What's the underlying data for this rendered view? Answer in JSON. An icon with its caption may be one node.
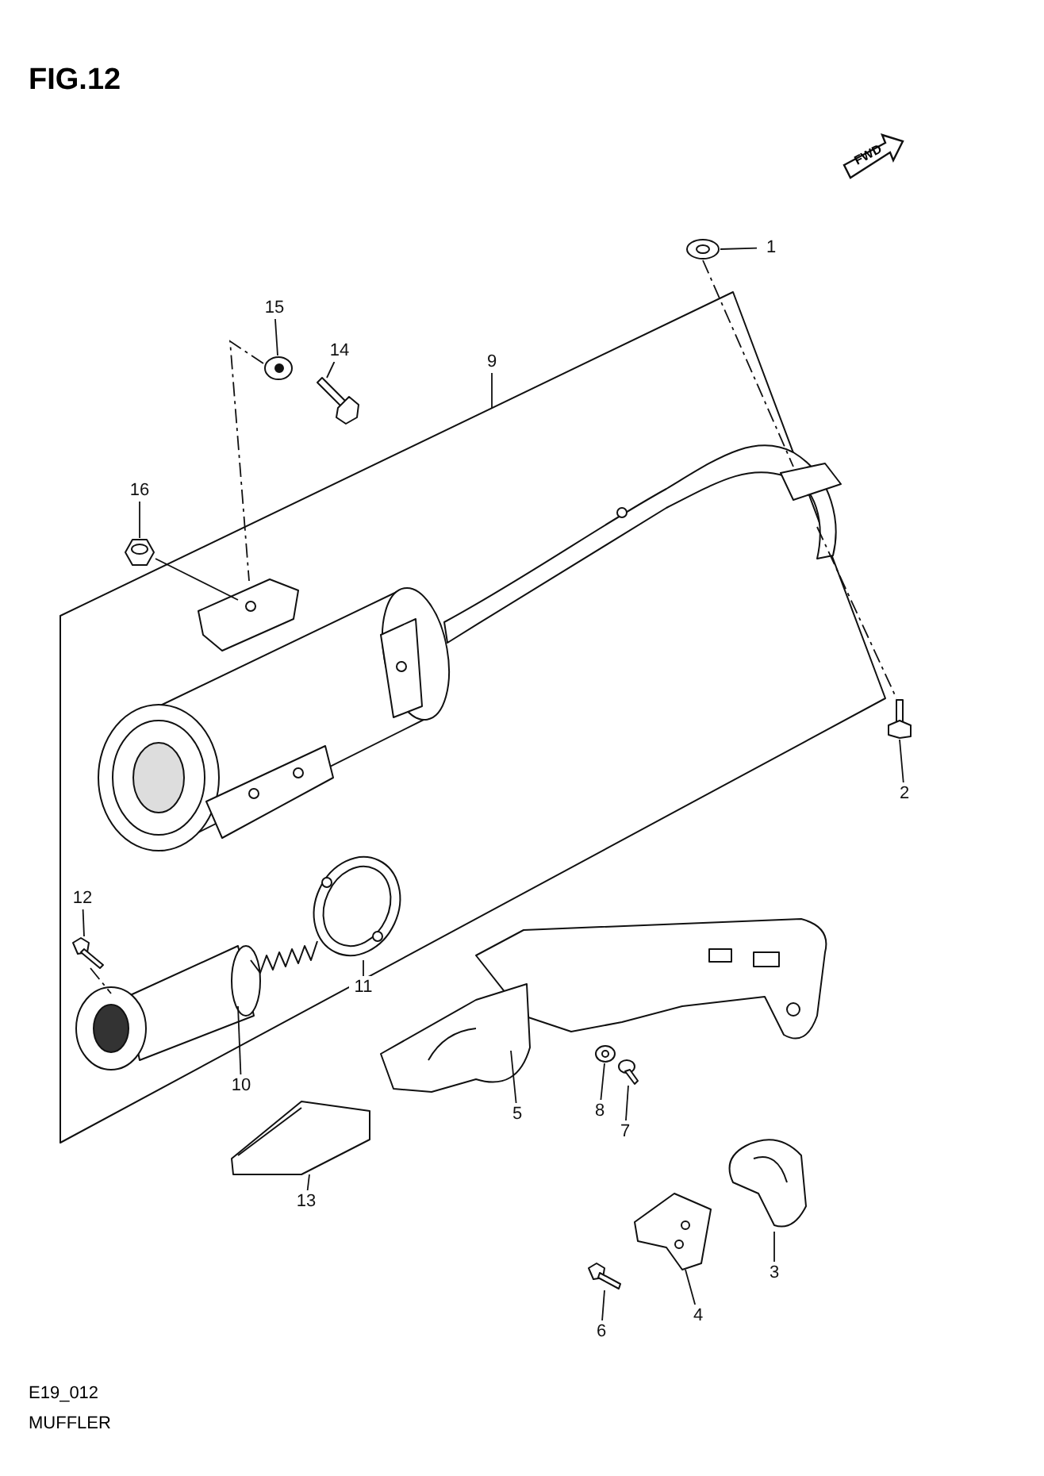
{
  "diagram": {
    "title": "FIG.12",
    "caption": "MUFFLER",
    "nodes": [
      {
        "text": [
          "1"
        ]
      },
      {
        "text": [],
        "shape": "picture"
      },
      {
        "text": [
          "15"
        ]
      },
      {
        "text": [],
        "shape": "picture"
      },
      {
        "text": [
          "14"
        ]
      },
      {
        "text": [],
        "shape": "picture"
      },
      {
        "text": [
          "9"
        ]
      },
      {
        "text": [],
        "shape": "picture"
      },
      {
        "text": [
          "16"
        ]
      },
      {
        "text": [],
        "shape": "picture"
      },
      {
        "text": [
          "2"
        ]
      },
      {
        "text": [],
        "shape": "picture"
      },
      {
        "text": [
          "12"
        ],
        "in": 7
      },
      {
        "text": [],
        "shape": "picture",
        "in": 7
      },
      {
        "text": [
          "11"
        ]
      },
      {
        "text": [],
        "shape": "picture",
        "in": 7
      },
      {
        "text": [
          "10"
        ],
        "in": 7
      },
      {
        "text": [],
        "shape": "picture",
        "in": 7
      },
      {
        "text": [
          "5"
        ]
      },
      {
        "text": [],
        "shape": "picture"
      },
      {
        "text": [
          "8"
        ]
      },
      {
        "text": [],
        "shape": "picture"
      },
      {
        "text": [
          "7"
        ]
      },
      {
        "text": [],
        "shape": "picture"
      },
      {
        "text": [
          "13"
        ]
      },
      {
        "text": [],
        "shape": "picture"
      },
      {
        "text": [
          "3"
        ]
      },
      {
        "text": [],
        "shape": "picture"
      },
      {
        "text": [
          "6"
        ]
      },
      {
        "text": [],
        "shape": "picture"
      },
      {
        "text": [
          "4"
        ]
      },
      {
        "text": [],
        "shape": "picture"
      }
    ],
    "edges": [
      {
        "from": 0,
        "to": 1,
        "arrow": "none"
      },
      {
        "from": 2,
        "to": 3,
        "arrow": "none"
      },
      {
        "from": 4,
        "to": 5,
        "arrow": "none"
      },
      {
        "from": 6,
        "to": 7,
        "arrow": "none"
      },
      {
        "from": 8,
        "to": 9,
        "arrow": "none"
      },
      {
        "from": 10,
        "to": 11,
        "arrow": "none"
      },
      {
        "from": 12,
        "to": 13,
        "arrow": "none"
      },
      {
        "from": 14,
        "to": 15,
        "arrow": "none"
      },
      {
        "from": 16,
        "to": 17,
        "arrow": "none"
      },
      {
        "from": 18,
        "to": 19,
        "arrow": "none"
      },
      {
        "from": 20,
        "to": 21,
        "arrow": "none"
      },
      {
        "from": 22,
        "to": 23,
        "arrow": "none"
      },
      {
        "from": 24,
        "to": 25,
        "arrow": "none"
      },
      {
        "from": 26,
        "to": 27,
        "arrow": "none"
      },
      {
        "from": 28,
        "to": 29,
        "arrow": "none"
      },
      {
        "from": 30,
        "to": 31,
        "arrow": "none"
      },
      {
        "from": 3,
        "to": 7,
        "arrow": "none",
        "style": "dashed"
      },
      {
        "from": 1,
        "to": 7,
        "arrow": "none",
        "style": "dashed"
      },
      {
        "from": 7,
        "to": 11,
        "arrow": "none",
        "style": "dashed"
      },
      {
        "from": 9,
        "to": 7,
        "arrow": "none"
      },
      {
        "from": 13,
        "to": 17,
        "arrow": "none",
        "style": "dashed"
      }
    ],
    "labels": [
      "FWD",
      "E19_012"
    ]
  }
}
